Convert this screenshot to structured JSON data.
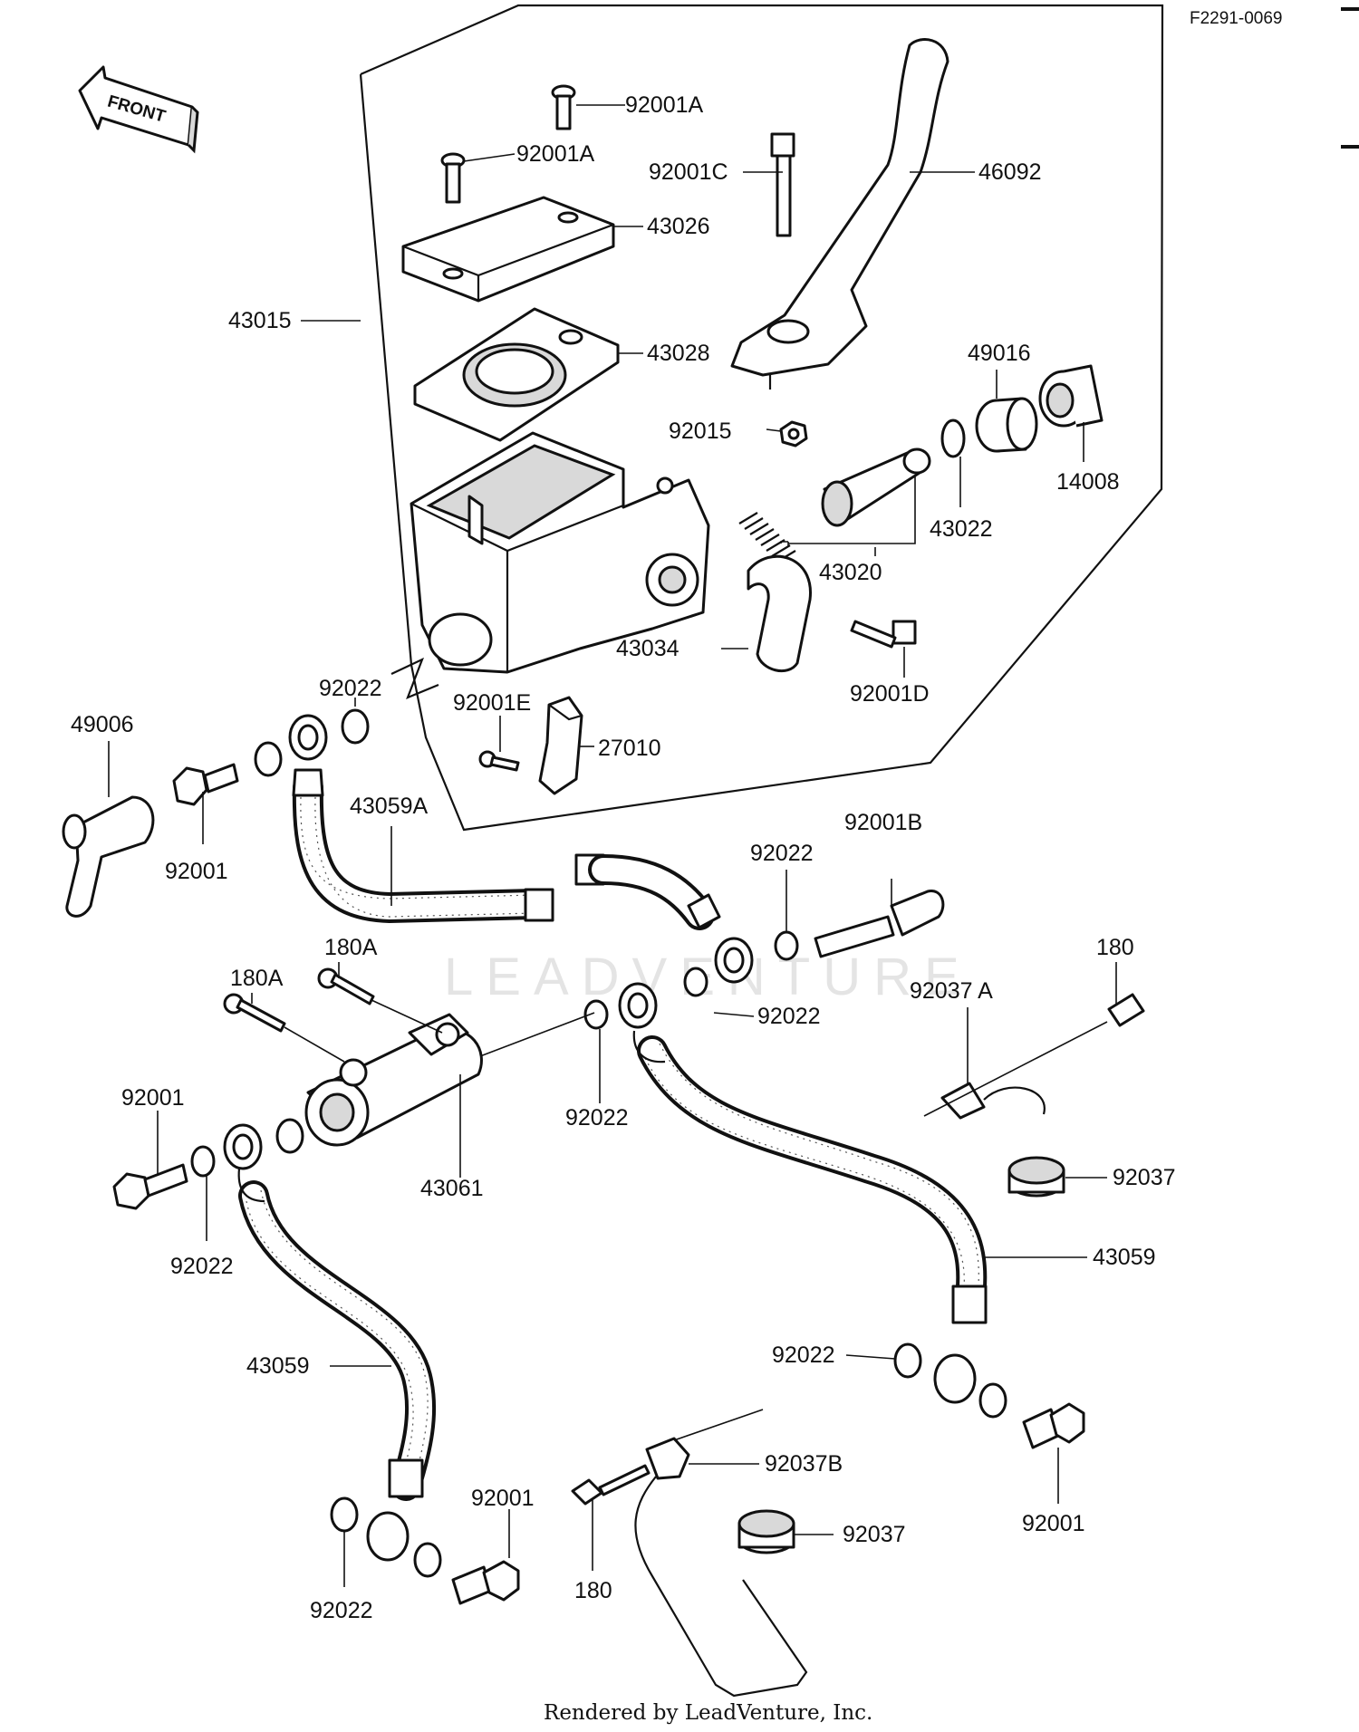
{
  "header": {
    "figure_code": "F2291-0069"
  },
  "direction_tag": "FRONT",
  "watermark": "LEADVENTURE",
  "footer": "Rendered by LeadVenture, Inc.",
  "parts": {
    "p92001A_1": "92001A",
    "p92001A_2": "92001A",
    "p92001C": "92001C",
    "p46092": "46092",
    "p43026": "43026",
    "p43015": "43015",
    "p43028": "43028",
    "p49016": "49016",
    "p92015": "92015",
    "p14008": "14008",
    "p43022": "43022",
    "p43020": "43020",
    "p43034": "43034",
    "p92001D": "92001D",
    "p92022_a": "92022",
    "p92001E": "92001E",
    "p27010": "27010",
    "p49006": "49006",
    "p43059A": "43059A",
    "p92001_a": "92001",
    "p92001B": "92001B",
    "p92022_b": "92022",
    "p180A_1": "180A",
    "p180A_2": "180A",
    "p180_a": "180",
    "p92037A": "92037 A",
    "p92022_c": "92022",
    "p92022_d": "92022",
    "p92001_b": "92001",
    "p43061": "43061",
    "p92022_e": "92022",
    "p92037_a": "92037",
    "p43059_a": "43059",
    "p43059_b": "43059",
    "p92022_f": "92022",
    "p92001_c": "92001",
    "p92037B": "92037B",
    "p92037_b": "92037",
    "p92001_d": "92001",
    "p180_b": "180",
    "p92022_g": "92022"
  }
}
